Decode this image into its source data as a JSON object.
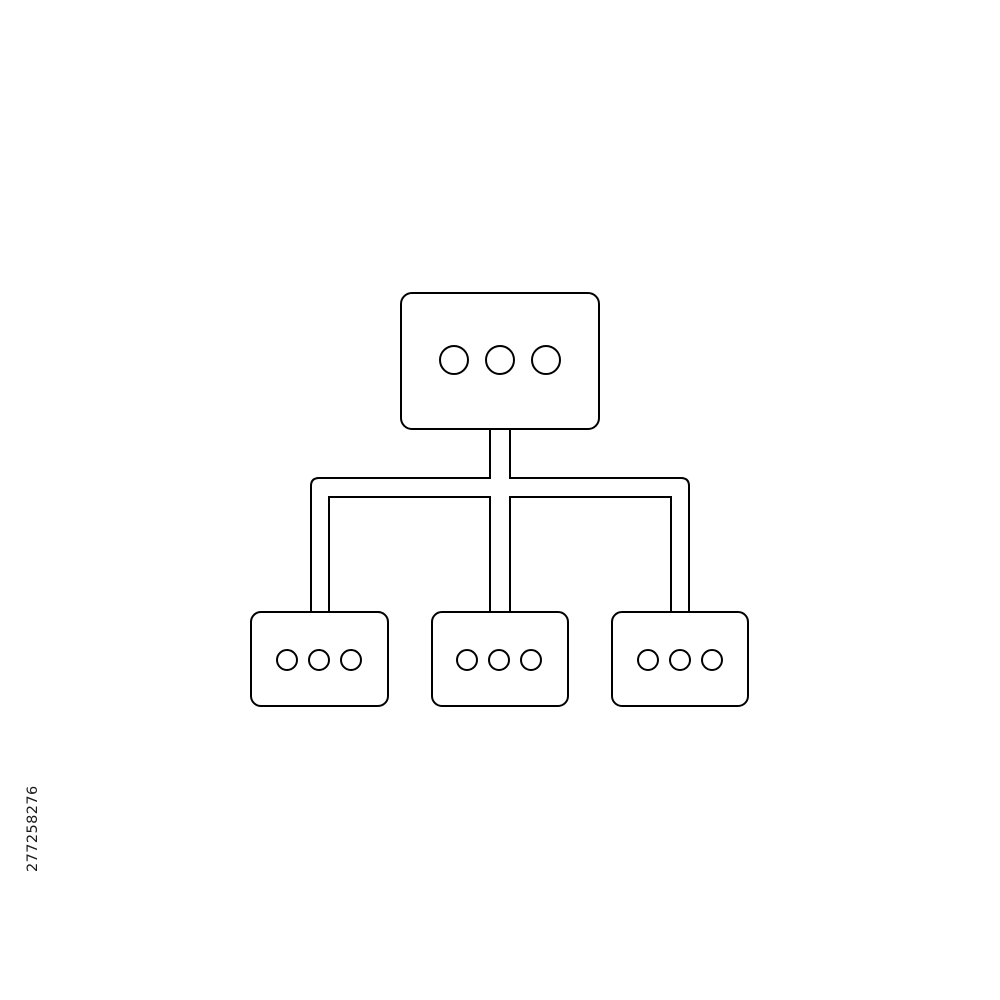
{
  "icon": {
    "name": "hierarchy-sitemap-icon",
    "stroke_color": "#000000",
    "background_color": "#ffffff",
    "child_node_count": 3,
    "dots_per_node": 3
  },
  "side_label": {
    "text": "277258276"
  }
}
